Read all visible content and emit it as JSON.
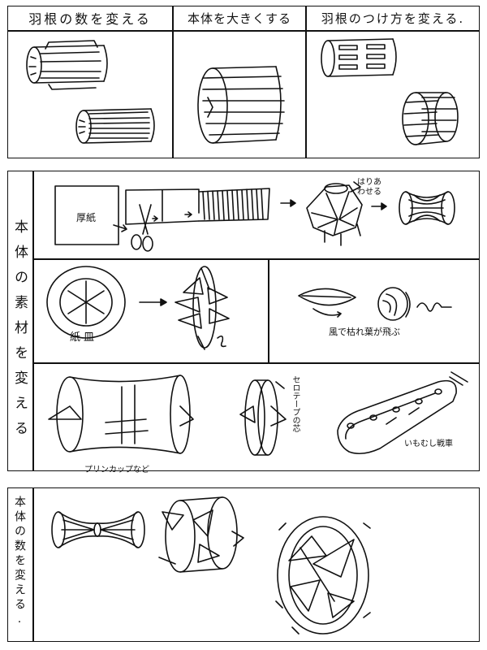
{
  "top_section": {
    "headers": [
      "羽根の数を変える",
      "本体を大きくする",
      "羽根のつけ方を変える."
    ]
  },
  "material_section": {
    "side_label": "本体の素材を変える",
    "labels": {
      "thick_paper": "厚紙",
      "stick_together": "はりあわせる",
      "paper_plate": "紙皿",
      "wind_leaf": "風で枯れ葉が飛ぶ",
      "pudding_cup": "プリンカップなど",
      "tape_core": "セロテープの芯",
      "caterpillar_tank": "いもむし戦車"
    }
  },
  "count_section": {
    "side_label": "本体の数を変える."
  }
}
